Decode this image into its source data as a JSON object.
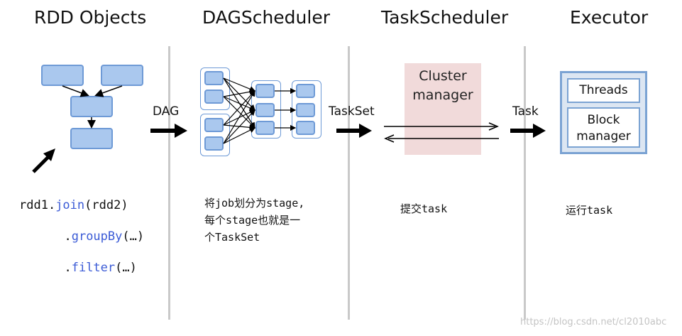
{
  "titles": {
    "rdd_objects": "RDD Objects",
    "dag_scheduler": "DAGScheduler",
    "task_scheduler": "TaskScheduler",
    "executor": "Executor"
  },
  "arrow_labels": {
    "dag": "DAG",
    "taskset": "TaskSet",
    "task": "Task"
  },
  "code": {
    "line1_prefix": "rdd1.",
    "line1_method": "join",
    "line1_suffix": "(rdd2)",
    "line2_prefix": "  .",
    "line2_method": "groupBy",
    "line2_suffix": "(…)",
    "line3_prefix": "  .",
    "line3_method": "filter",
    "line3_suffix": "(…)"
  },
  "cluster_manager": {
    "line1": "Cluster",
    "line2": "manager"
  },
  "executor": {
    "threads": "Threads",
    "block_manager_line1": "Block",
    "block_manager_line2": "manager"
  },
  "notes": {
    "dag_line1": "将job划分为stage,",
    "dag_line2": "每个stage也就是一",
    "dag_line3": "个TaskSet",
    "task_scheduler": "提交task",
    "executor": "运行task"
  },
  "watermark": "https://blog.csdn.net/cl2010abc",
  "colors": {
    "box_fill": "#aac8ee",
    "box_border": "#6e9ad6",
    "cluster_fill": "#f1dada",
    "executor_fill": "#dce6f2",
    "divider": "#c9c9c9",
    "code_keyword": "#3b5bd6"
  }
}
